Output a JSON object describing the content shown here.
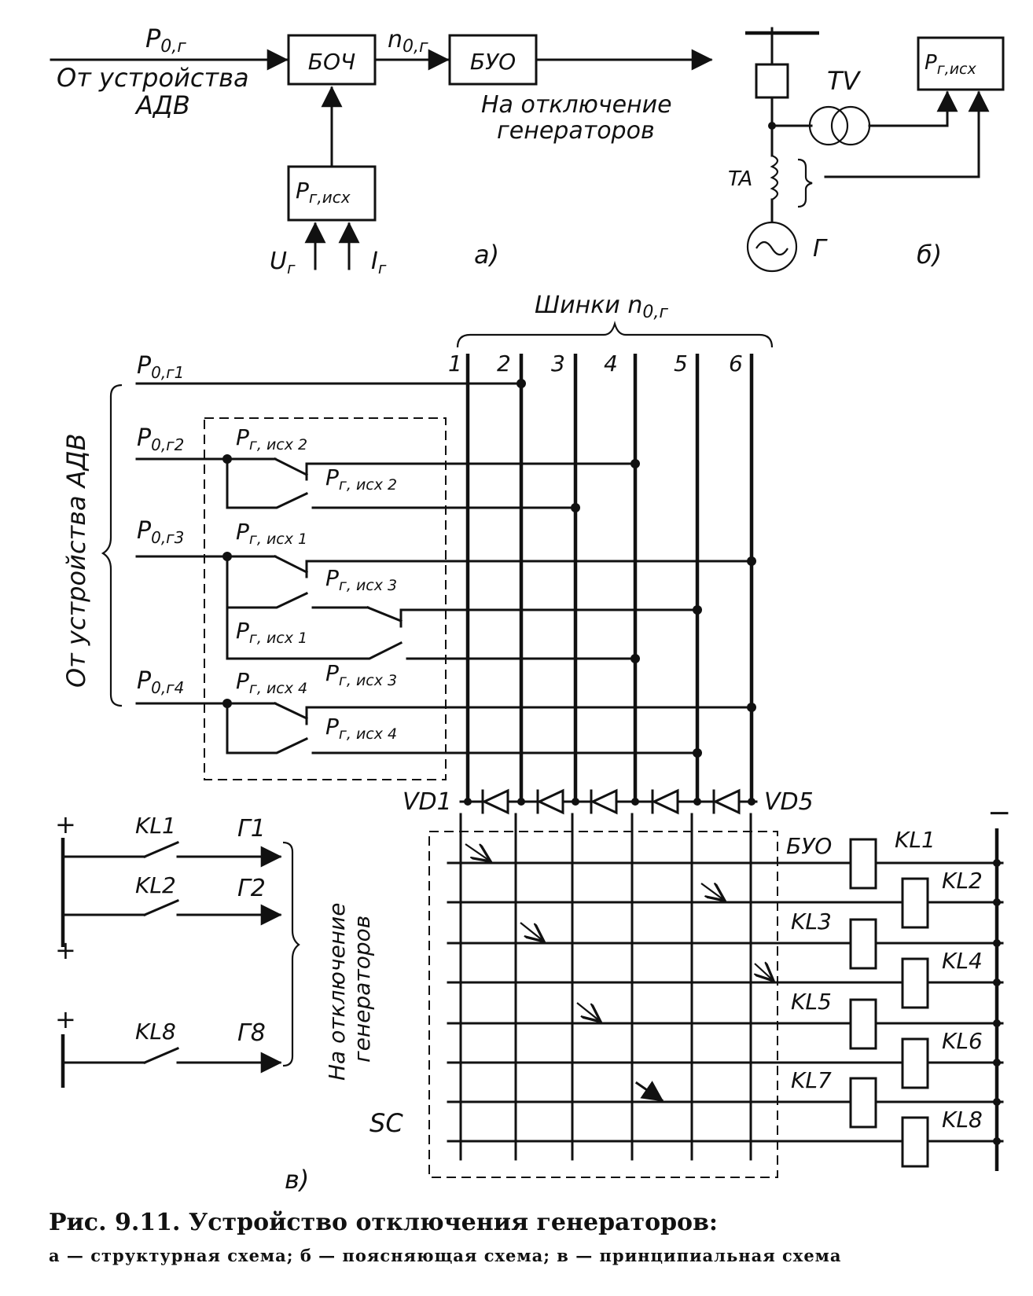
{
  "a": {
    "input_label": "P",
    "input_sub": "0,г",
    "source_line1": "От устройства",
    "source_line2": "АДВ",
    "block1": "БОЧ",
    "n_label": "n",
    "n_sub": "0,г",
    "block2": "БУО",
    "out_line1": "На отключение",
    "out_line2": "генераторов",
    "block3": "P",
    "block3_sub": "г,исх",
    "u_label": "U",
    "u_sub": "г",
    "i_label": "I",
    "i_sub": "г",
    "panel": "а)"
  },
  "b": {
    "tv": "TV",
    "ta": "TA",
    "gen": "Г",
    "block": "P",
    "block_sub": "г,исх",
    "panel": "б)"
  },
  "c": {
    "buses_title": "Шинки n",
    "buses_title_sub": "0,г",
    "bus_numbers": [
      "1",
      "2",
      "3",
      "4",
      "5",
      "6"
    ],
    "source_vertical": "От устройства АДВ",
    "inputs": [
      {
        "p": "P",
        "sub": "0,г1"
      },
      {
        "p": "P",
        "sub": "0,г2"
      },
      {
        "p": "P",
        "sub": "0,г3"
      },
      {
        "p": "P",
        "sub": "0,г4"
      }
    ],
    "contacts": [
      {
        "p": "P",
        "sub": "г, исх 2"
      },
      {
        "p": "P",
        "sub": "г, исх 2"
      },
      {
        "p": "P",
        "sub": "г, исх 1"
      },
      {
        "p": "P",
        "sub": "г, исх 3"
      },
      {
        "p": "P",
        "sub": "г, исх 1"
      },
      {
        "p": "P",
        "sub": "г, исх 4"
      },
      {
        "p": "P",
        "sub": "г, исх 3"
      },
      {
        "p": "P",
        "sub": "г, исх 4"
      }
    ],
    "vd1": "VD1",
    "vd5": "VD5",
    "buo": "БУО",
    "sc": "SC",
    "relays": [
      "KL1",
      "KL2",
      "KL3",
      "KL4",
      "KL5",
      "KL6",
      "KL7",
      "KL8"
    ],
    "minus": "−",
    "plus": "+",
    "out_contacts": [
      "KL1",
      "KL2",
      "KL8"
    ],
    "gens": [
      "Г1",
      "Г2",
      "Г8"
    ],
    "out_vertical_1": "На отключение",
    "out_vertical_2": "генераторов",
    "panel": "в)"
  },
  "caption": {
    "title": "Рис. 9.11. Устройство отключения генераторов:",
    "subtitle": "а — структурная схема; б — поясняющая схема; в — принципиальная схема"
  }
}
